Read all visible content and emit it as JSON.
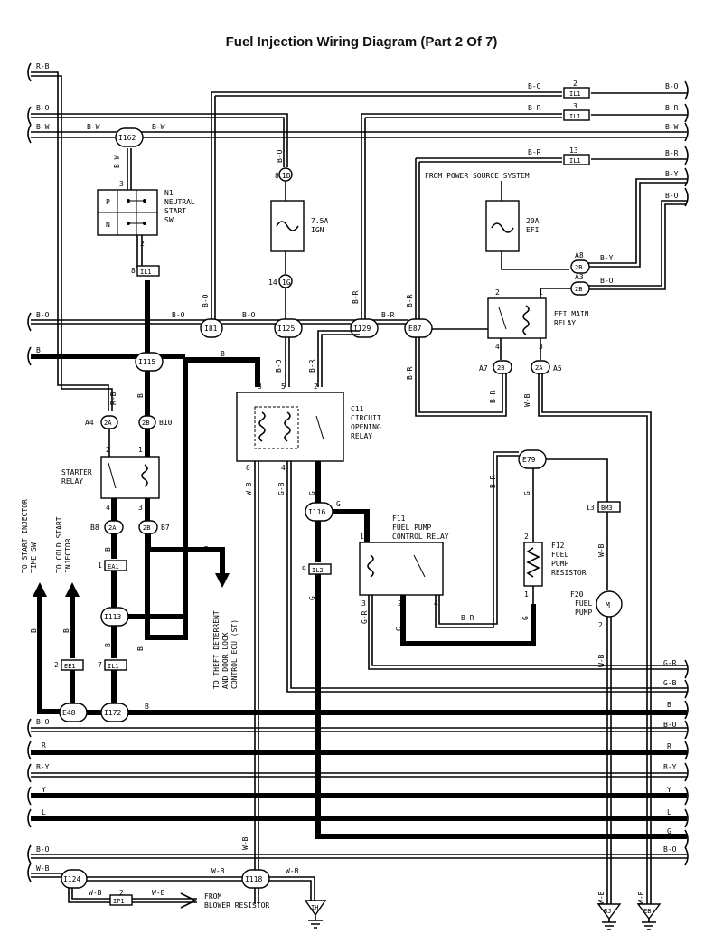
{
  "title": "Fuel Injection Wiring Diagram (Part 2 Of 7)",
  "wire_labels": {
    "rb": "R-B",
    "bo": "B-O",
    "bw": "B-W",
    "br": "B-R",
    "by": "B-Y",
    "b": "B",
    "wb": "W-B",
    "gb": "G-B",
    "g": "G",
    "gr": "G-R",
    "r": "R",
    "y": "Y",
    "l": "L"
  },
  "connectors": {
    "i162": "I162",
    "i81": "I81",
    "i125": "I125",
    "i129": "I129",
    "e87": "E87",
    "i115": "I115",
    "i116": "I116",
    "i113": "I113",
    "i172": "I172",
    "e48": "E48",
    "e79": "E79",
    "i124": "I124",
    "i118": "I118",
    "il1": "IL1",
    "il2": "IL2",
    "ea1": "EA1",
    "ee1": "EE1",
    "bm3": "BM3",
    "ip1": "IP1",
    "c1d": "1D",
    "c1g": "1G",
    "c2b": "2B",
    "c2a": "2A",
    "n8": "8",
    "n14": "14",
    "n2": "2",
    "n3": "3",
    "n13": "13",
    "n1": "1",
    "n4": "4",
    "n5": "5",
    "n6": "6",
    "n7": "7",
    "n9": "9",
    "a8": "A8",
    "a3": "A3",
    "a7": "A7",
    "a5": "A5",
    "a4": "A4",
    "b10": "B10",
    "b8": "B8",
    "b7": "B7"
  },
  "components": {
    "n1_name": "N1",
    "n1_desc1": "NEUTRAL",
    "n1_desc2": "START",
    "n1_desc3": "SW",
    "p": "P",
    "n": "N",
    "fuse1_a": "7.5A",
    "fuse1_b": "IGN",
    "fuse2_a": "20A",
    "fuse2_b": "EFI",
    "efi1": "EFI MAIN",
    "efi2": "RELAY",
    "c11_name": "C11",
    "c11_d1": "CIRCUIT",
    "c11_d2": "OPENING",
    "c11_d3": "RELAY",
    "starter1": "STARTER",
    "starter2": "RELAY",
    "f11_name": "F11",
    "f11_d1": "FUEL PUMP",
    "f11_d2": "CONTROL RELAY",
    "f12_name": "F12",
    "f12_d1": "FUEL",
    "f12_d2": "PUMP",
    "f12_d3": "RESISTOR",
    "f20_name": "F20",
    "f20_d1": "FUEL",
    "f20_d2": "PUMP",
    "motor": "M"
  },
  "notes": {
    "power": "FROM POWER SOURCE SYSTEM",
    "inj1": "TO START INJECTOR",
    "inj2": "TIME SW",
    "cold1": "TO COLD START",
    "cold2": "INJECTOR",
    "theft1": "TO THEFT DETERRENT",
    "theft2": "AND DOOR LOCK",
    "theft3": "CONTROL ECU (ST)",
    "blower1": "FROM",
    "blower2": "BLOWER RESISTOR"
  },
  "grounds": {
    "ih": "IH",
    "bj": "BJ",
    "eb": "EB"
  }
}
